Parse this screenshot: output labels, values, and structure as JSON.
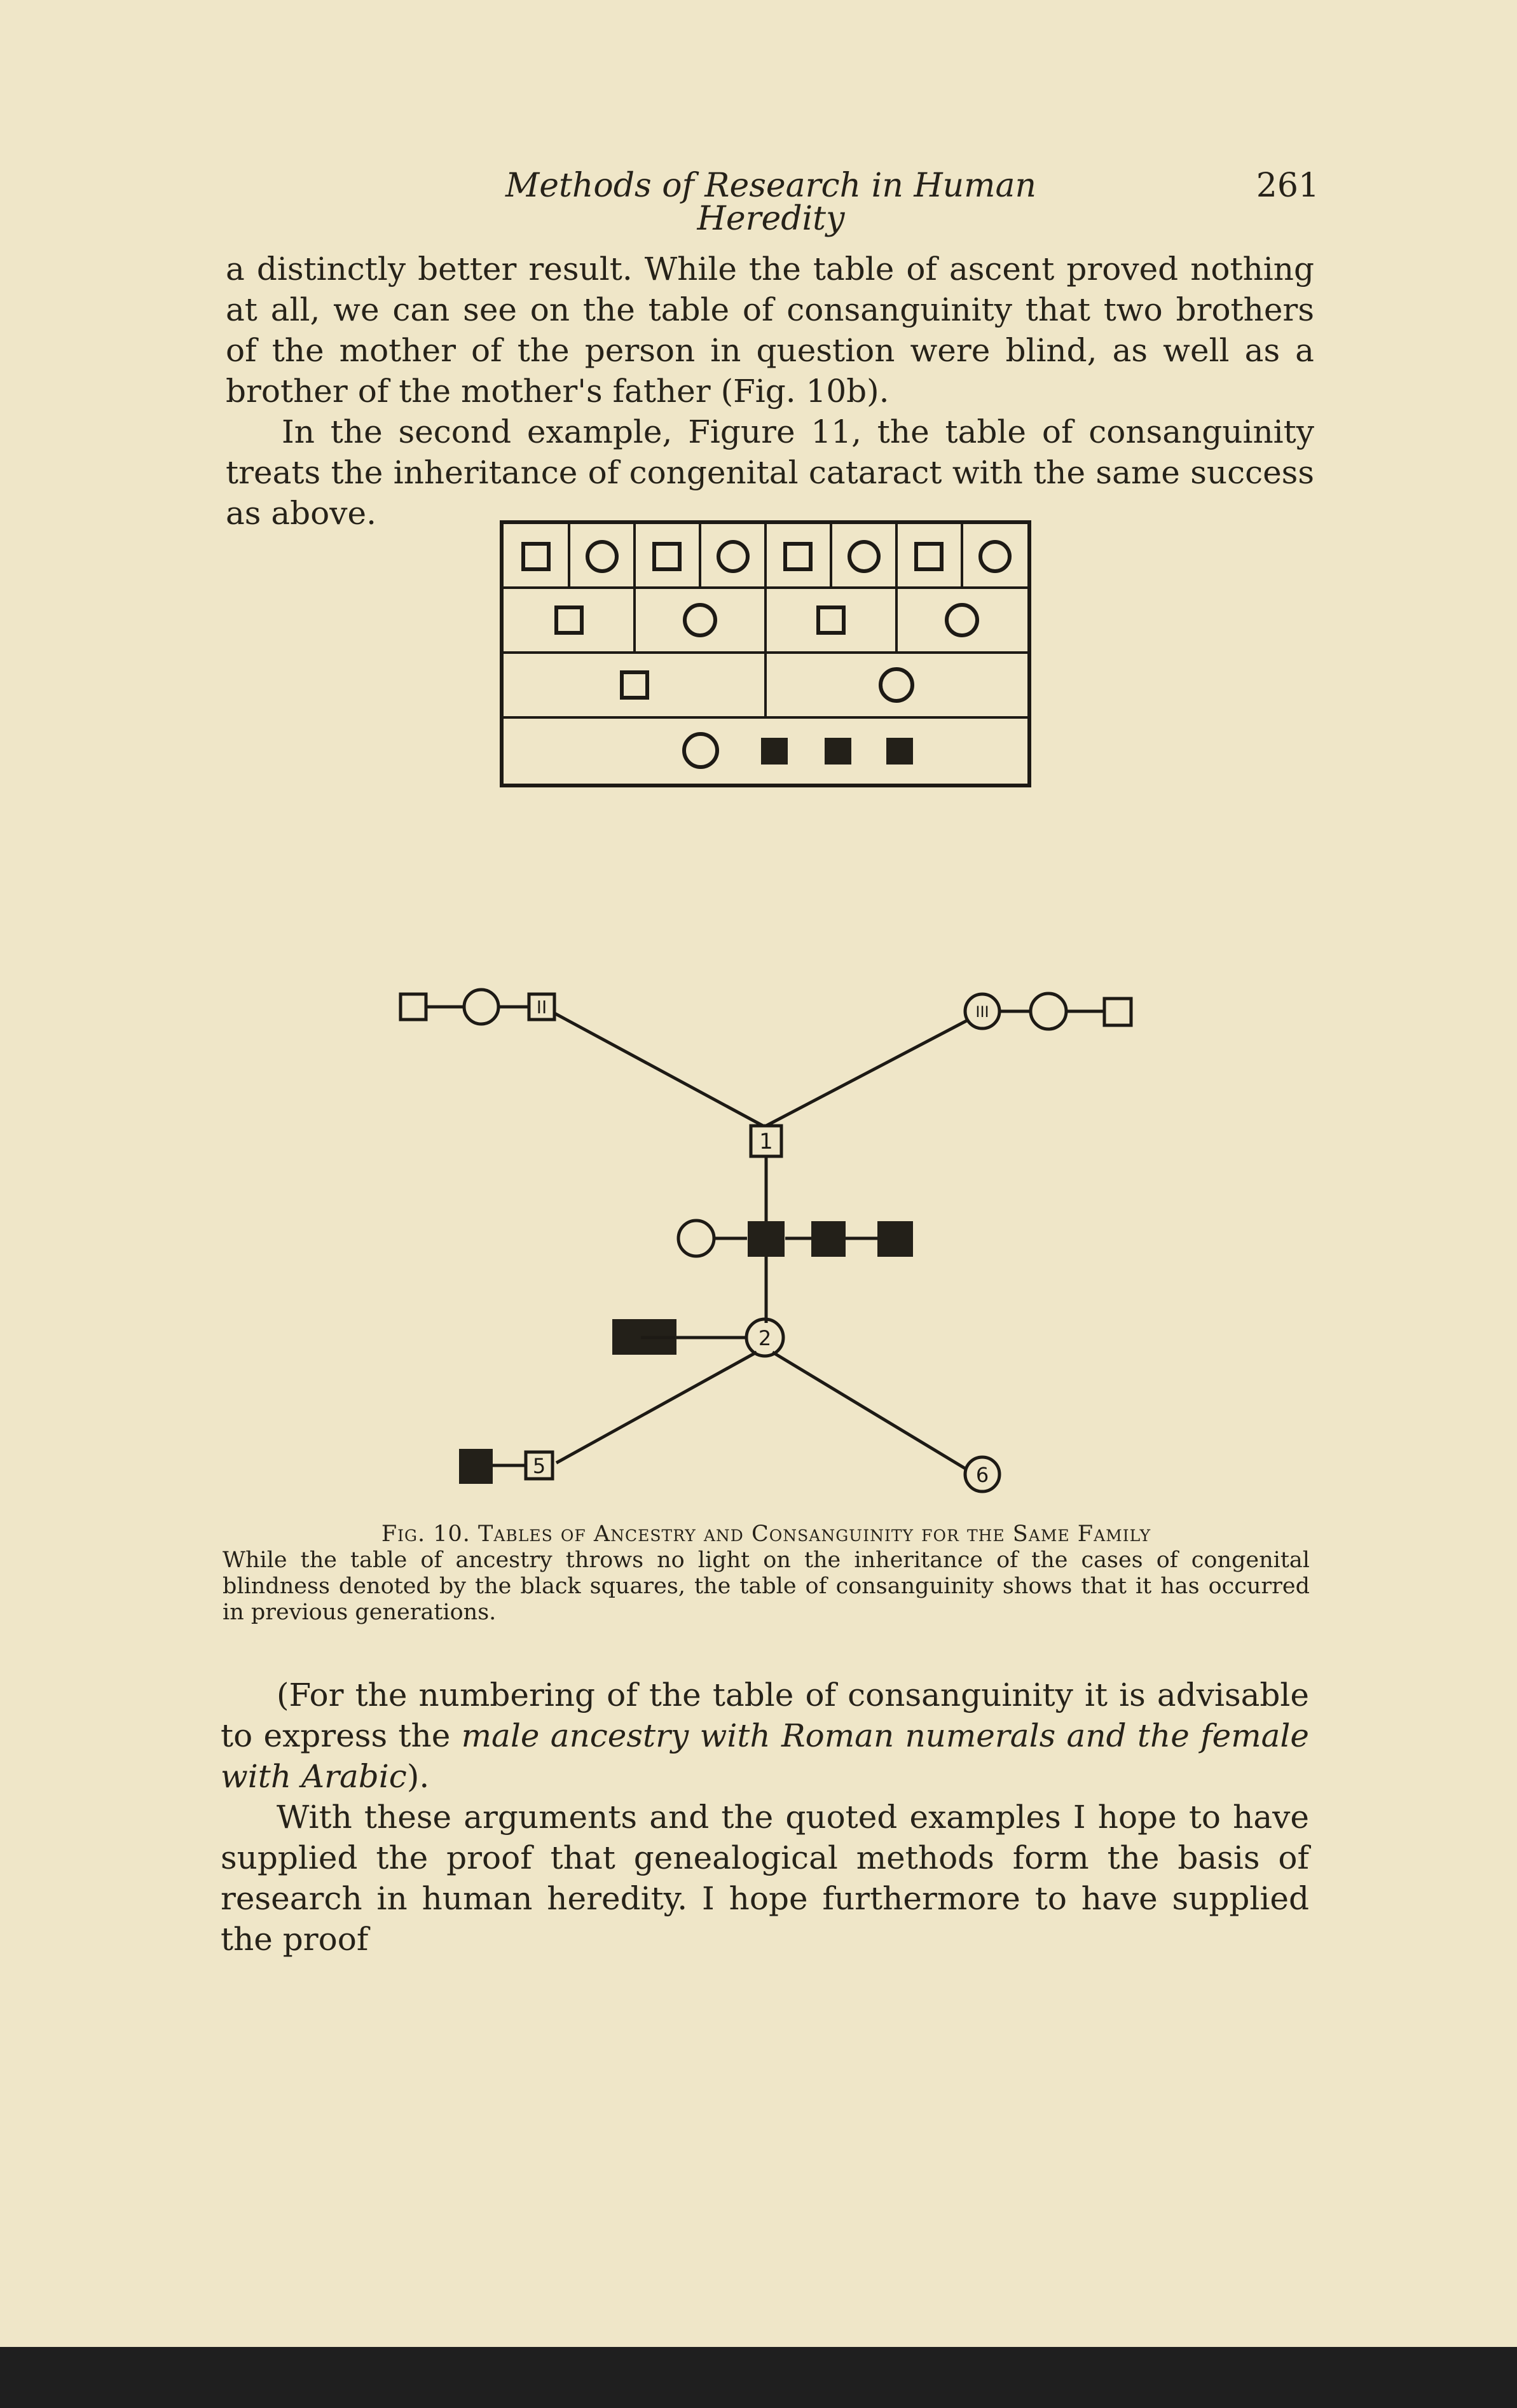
{
  "header": {
    "running_title": "Methods of Research in Human Heredity",
    "page_number": "261"
  },
  "body_top": {
    "para1": "a distinctly better result. While the table of ascent proved nothing at all, we can see on the table of consanguinity that two brothers of the mother of the person in question were blind, as well as a brother of the mother's father (Fig. 10b).",
    "para2": "In the second example, Figure 11, the table of consanguinity treats the inheritance of congenital cataract with the same success as above."
  },
  "figure": {
    "pedigree_labels": {
      "proband": "1",
      "mother": "2",
      "mother_father": "II",
      "mother_mother": "III",
      "child_5": "5",
      "child_6": "6"
    },
    "caption_title": "Fig. 10. Tables of Ancestry and Consanguinity for the Same Family",
    "caption_text": "While the table of ancestry throws no light on the inheritance of the cases of congenital blindness denoted by the black squares, the table of consanguinity shows that it has occurred in previous generations."
  },
  "body_bottom": {
    "para3_start": "(For the numbering of the table of consanguinity it is advisable to express the ",
    "para3_italic": "male ancestry with Roman numerals and the female with Arabic",
    "para3_end": ").",
    "para4": "With these arguments and the quoted examples I hope to have supplied the proof that genealogical methods form the basis of research in human heredity. I hope furthermore to have supplied the proof"
  },
  "colors": {
    "paper": "#efe6c8",
    "ink": "#262219",
    "filled_square": "#232019"
  }
}
